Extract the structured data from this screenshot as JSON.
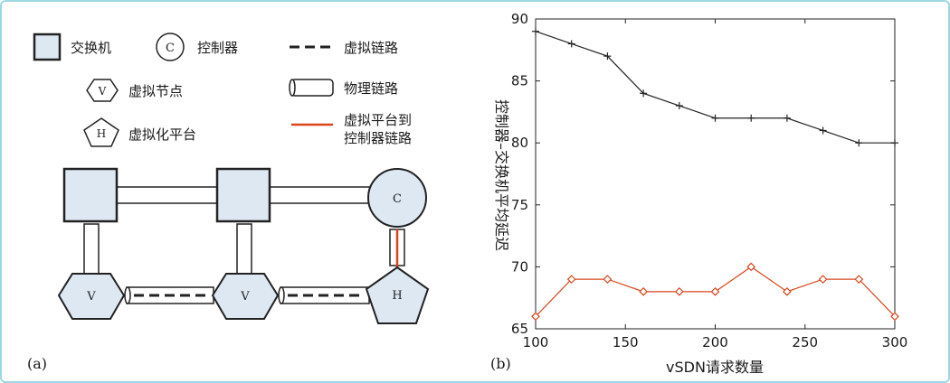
{
  "colors": {
    "node_fill": "#dde8f3",
    "stroke": "#222222",
    "accent": "#d9461b",
    "frame": "#9dd7e6"
  },
  "panel_a": {
    "label": "(a)",
    "legend": {
      "switch": "交换机",
      "controller": "控制器",
      "virtual_link": "虚拟链路",
      "virtual_node": "虚拟节点",
      "physical_link": "物理链路",
      "virtual_platform": "虚拟化平台",
      "platform_to_controller_line1": "虚拟平台到",
      "platform_to_controller_line2": "控制器链路"
    },
    "symbols": {
      "controller": "C",
      "virtual_node": "V",
      "platform": "H"
    }
  },
  "panel_b": {
    "label": "(b)"
  },
  "chart_data": {
    "type": "line",
    "xlabel": "vSDN请求数量",
    "ylabel": "控制器–交换机平均延迟",
    "xlim": [
      100,
      300
    ],
    "ylim": [
      65,
      90
    ],
    "xticks": [
      "100",
      "150",
      "200",
      "250",
      "300"
    ],
    "yticks": [
      "65",
      "70",
      "75",
      "80",
      "85",
      "90"
    ],
    "grid": false,
    "series": [
      {
        "marker": "plus",
        "color": "#222222",
        "x": [
          100,
          120,
          140,
          160,
          180,
          200,
          220,
          240,
          260,
          280,
          300
        ],
        "y": [
          89,
          88,
          87,
          84,
          83,
          82,
          82,
          82,
          81,
          80,
          80
        ]
      },
      {
        "marker": "diamond",
        "color": "#d9461b",
        "x": [
          100,
          120,
          140,
          160,
          180,
          200,
          220,
          240,
          260,
          280,
          300
        ],
        "y": [
          66,
          69,
          69,
          68,
          68,
          68,
          70,
          68,
          69,
          69,
          66
        ]
      }
    ]
  }
}
